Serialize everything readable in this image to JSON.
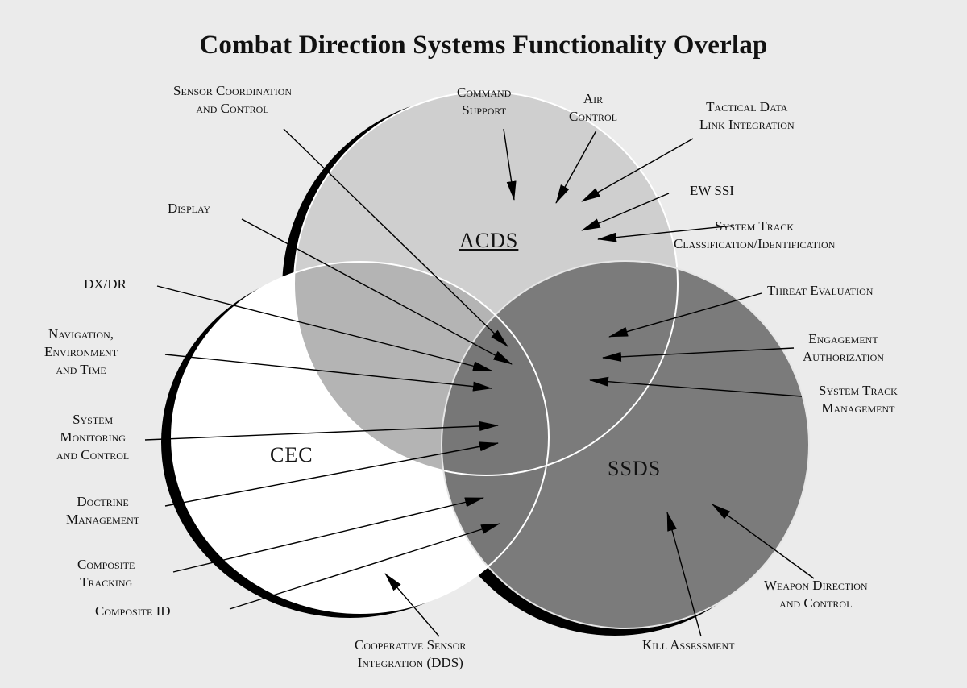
{
  "title": "Combat Direction Systems Functionality Overlap",
  "sets": {
    "acds": "ACDS",
    "cec": "CEC",
    "ssds": "SSDS"
  },
  "labels": {
    "sensor_coordination": [
      "Sensor Coordination",
      "and Control"
    ],
    "command_support": [
      "Command",
      "Support"
    ],
    "air_control": [
      "Air",
      "Control"
    ],
    "tactical_data_link": [
      "Tactical Data",
      "Link Integration"
    ],
    "ew_ssi": [
      "EW SSI"
    ],
    "system_track_classification": [
      "System Track",
      "Classification/Identification"
    ],
    "display": [
      "Display"
    ],
    "dx_dr": [
      "DX/DR"
    ],
    "threat_evaluation": [
      "Threat Evaluation"
    ],
    "navigation": [
      "Navigation,",
      "Environment",
      "and Time"
    ],
    "engagement_authorization": [
      "Engagement",
      "Authorization"
    ],
    "system_track_management": [
      "System Track",
      "Management"
    ],
    "system_monitoring": [
      "System",
      "Monitoring",
      "and Control"
    ],
    "doctrine_management": [
      "Doctrine",
      "Management"
    ],
    "composite_tracking": [
      "Composite",
      "Tracking"
    ],
    "composite_id": [
      "Composite ID"
    ],
    "cooperative_sensor": [
      "Cooperative Sensor",
      "Integration (DDS)"
    ],
    "kill_assessment": [
      "Kill Assessment"
    ],
    "weapon_direction": [
      "Weapon Direction",
      "and Control"
    ]
  },
  "colors": {
    "background": "#ebebeb",
    "acds_fill": "#cfcfcf",
    "acds_cec_overlap": "#b4b4b4",
    "ssds_fill": "#7b7b7b",
    "cec_fill": "#ffffff",
    "outline": "#000000"
  }
}
